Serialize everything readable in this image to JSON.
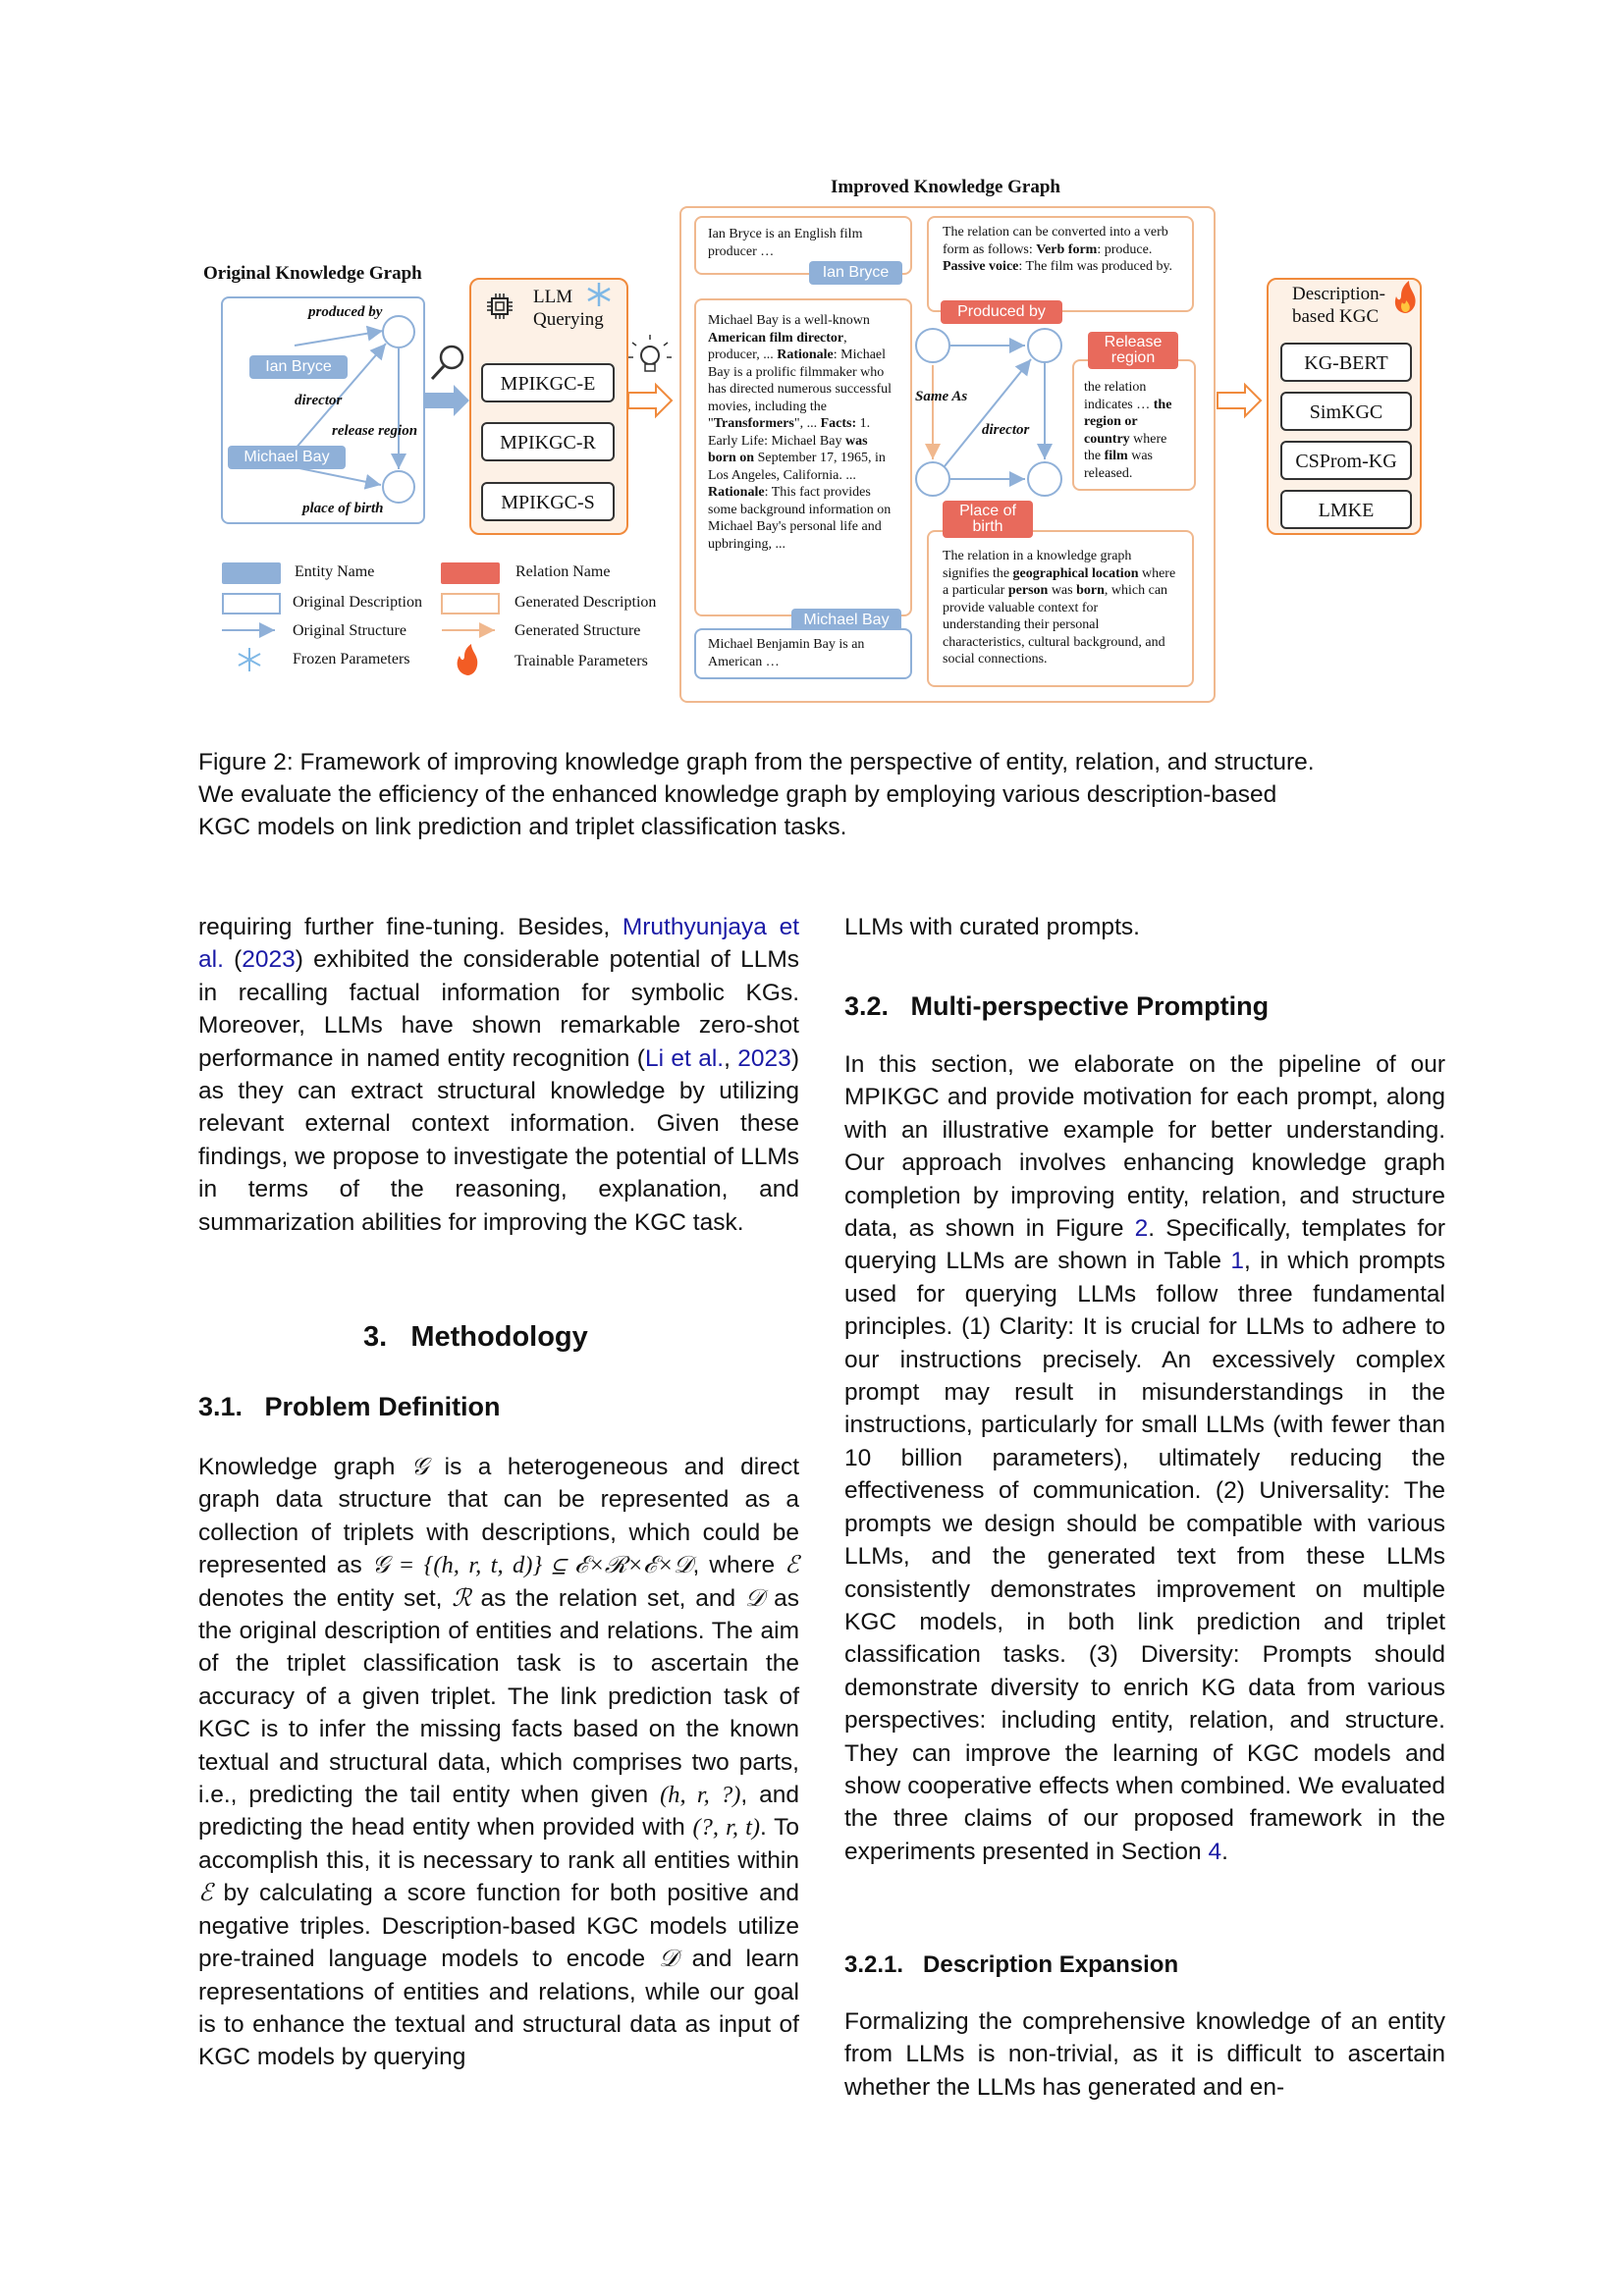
{
  "figure": {
    "improved_title": "Improved Knowledge Graph",
    "original_title": "Original Knowledge Graph",
    "orig_graph": {
      "ent_ian": "Ian Bryce",
      "ent_michael": "Michael Bay",
      "edge_produced": "produced by",
      "edge_director": "director",
      "edge_release": "release region",
      "edge_birth": "place of birth"
    },
    "llm": {
      "title_line1": "LLM",
      "title_line2": "Querying",
      "models": [
        "MPIKGC-E",
        "MPIKGC-R",
        "MPIKGC-S"
      ]
    },
    "ian_box": {
      "text": "Ian Bryce is an English film producer …",
      "label": "Ian Bryce"
    },
    "michael_box": {
      "t1": "Michael Bay is a well-known ",
      "b1": "American film director",
      "t2": ", producer, ... ",
      "b2": "Rationale",
      "t3": ": Michael Bay is a prolific filmmaker who has directed numerous successful movies, including the \"",
      "b3": "Transformers",
      "t4": "\", ... ",
      "b4": "Facts:",
      "t5": " 1. Early Life: Michael Bay ",
      "b5": "was born on",
      "t6": " September 17, 1965, in Los Angeles, California. ... ",
      "b6": "Rationale",
      "t7": ": This fact provides some background information on Michael Bay's personal life and upbringing, ...",
      "label": "Michael Bay"
    },
    "michael_orig": "Michael Benjamin Bay is an American …",
    "verb_box": {
      "t1": "The relation can be converted into a verb form as follows: ",
      "b1": "Verb form",
      "t2": ": produce. ",
      "b2": "Passive voice",
      "t3": ": The film was produced by."
    },
    "rel_produced": "Produced by",
    "rel_release": "Release region",
    "rel_birth": "Place of birth",
    "struct": {
      "same_as": "Same As",
      "director": "director"
    },
    "release_box": {
      "t1": "the relation indicates … ",
      "b1": "the region or country",
      "t2": " where the ",
      "b2": "film",
      "t3": " was released."
    },
    "birth_box": {
      "t1": "The relation in a knowledge graph signifies the ",
      "b1": "geographical location",
      "t2": " where a particular ",
      "b2": "person",
      "t3": " was ",
      "b3": "born",
      "t4": ", which can provide valuable context for understanding their personal characteristics, cultural background, and social connections."
    },
    "kgc": {
      "title_line1": "Description-",
      "title_line2": "based KGC",
      "models": [
        "KG-BERT",
        "SimKGC",
        "CSProm-KG",
        "LMKE"
      ]
    },
    "legend": {
      "entity": "Entity Name",
      "relation": "Relation Name",
      "orig_desc": "Original Description",
      "gen_desc": "Generated Description",
      "orig_struct": "Original Structure",
      "gen_struct": "Generated Structure",
      "frozen": "Frozen Parameters",
      "trainable": "Trainable Parameters"
    },
    "colors": {
      "entity": "#8fb0d8",
      "relation": "#e86a5c",
      "generated": "#f0b88e",
      "accent": "#f08a3c"
    }
  },
  "caption": {
    "l1": "Figure 2: Framework of improving knowledge graph from the perspective of entity, relation, and structure.",
    "l2": "We evaluate the efficiency of the enhanced knowledge graph by employing various description-based",
    "l3": "KGC models on link prediction and triplet classification tasks."
  },
  "left": {
    "p1_a": "requiring further fine-tuning.  Besides, ",
    "p1_cite1": "Mruthyunjaya et al.",
    "p1_b": " (",
    "p1_cite1y": "2023",
    "p1_c": ") exhibited the considerable potential of LLMs in recalling factual information for symbolic KGs.  Moreover, LLMs have shown remarkable zero-shot performance in named entity recognition (",
    "p1_cite2": "Li et al.",
    "p1_d": ", ",
    "p1_cite2y": "2023",
    "p1_e": ") as they can extract structural knowledge by utilizing relevant external context information. Given these findings, we propose to investigate the potential of LLMs in terms of the reasoning, explanation, and summarization abilities for improving the KGC task.",
    "sec3": "3.   Methodology",
    "sec31": "3.1.   Problem Definition",
    "p2_a": "Knowledge graph ",
    "p2_b": " is a heterogeneous and direct graph data structure that can be represented as a collection of triplets with descriptions, which could be represented as ",
    "p2_c": ", where ",
    "p2_d": " denotes the entity set, ",
    "p2_e": " as the relation set, and ",
    "p2_f": " as the original description of entities and relations. The aim of the triplet classification task is to ascertain the accuracy of a given triplet. The link prediction task of KGC is to infer the missing facts based on the known textual and structural data, which comprises two parts, i.e., predicting the tail entity when given ",
    "p2_g": ", and predicting the head entity when provided with ",
    "p2_h": ". To accomplish this, it is necessary to rank all entities within ",
    "p2_i": " by calculating a score function for both positive and negative triples. Description-based KGC models utilize pre-trained language models to encode ",
    "p2_j": " and learn representations of entities and relations, while our goal is to enhance the textual and structural data as input of KGC models by querying",
    "m_G": "𝒢",
    "m_Gdef": "𝒢 = {(h, r, t, d)} ⊆ ℰ×ℛ×ℰ×𝒟",
    "m_E": "ℰ",
    "m_R": "ℛ",
    "m_D": "𝒟",
    "m_hr": "(h, r, ?)",
    "m_rt": "(?, r, t)"
  },
  "right": {
    "p0": "LLMs with curated prompts.",
    "sec32": "3.2.   Multi-perspective Prompting",
    "p1_a": "In this section, we elaborate on the pipeline of our MPIKGC and provide motivation for each prompt, along with an illustrative example for better understanding. Our approach involves enhancing knowledge graph completion by improving entity, relation, and structure data, as shown in Figure ",
    "p1_ref1": "2",
    "p1_b": ". Specifically, templates for querying LLMs are shown in Table ",
    "p1_ref2": "1",
    "p1_c": ", in which prompts used for querying LLMs follow three fundamental principles. (1) Clarity: It is crucial for LLMs to adhere to our instructions precisely.  An excessively complex prompt may result in misunderstandings in the instructions, particularly for small LLMs (with fewer than 10 billion parameters), ultimately reducing the effectiveness of communication. (2) Universality: The prompts we design should be compatible with various LLMs, and the generated text from these LLMs consistently demonstrates improvement on multiple KGC models, in both link prediction and triplet classification tasks. (3) Diversity: Prompts should demonstrate diversity to enrich KG data from various perspectives: including entity, relation, and structure. They can improve the learning of KGC models and show cooperative effects when combined. We evaluated the three claims of our proposed framework in the experiments presented in Section ",
    "p1_ref3": "4",
    "p1_d": ".",
    "sec321": "3.2.1.   Description Expansion",
    "p2": "Formalizing the comprehensive knowledge of an entity from LLMs is non-trivial, as it is difficult to ascertain whether the LLMs has generated and en-"
  }
}
